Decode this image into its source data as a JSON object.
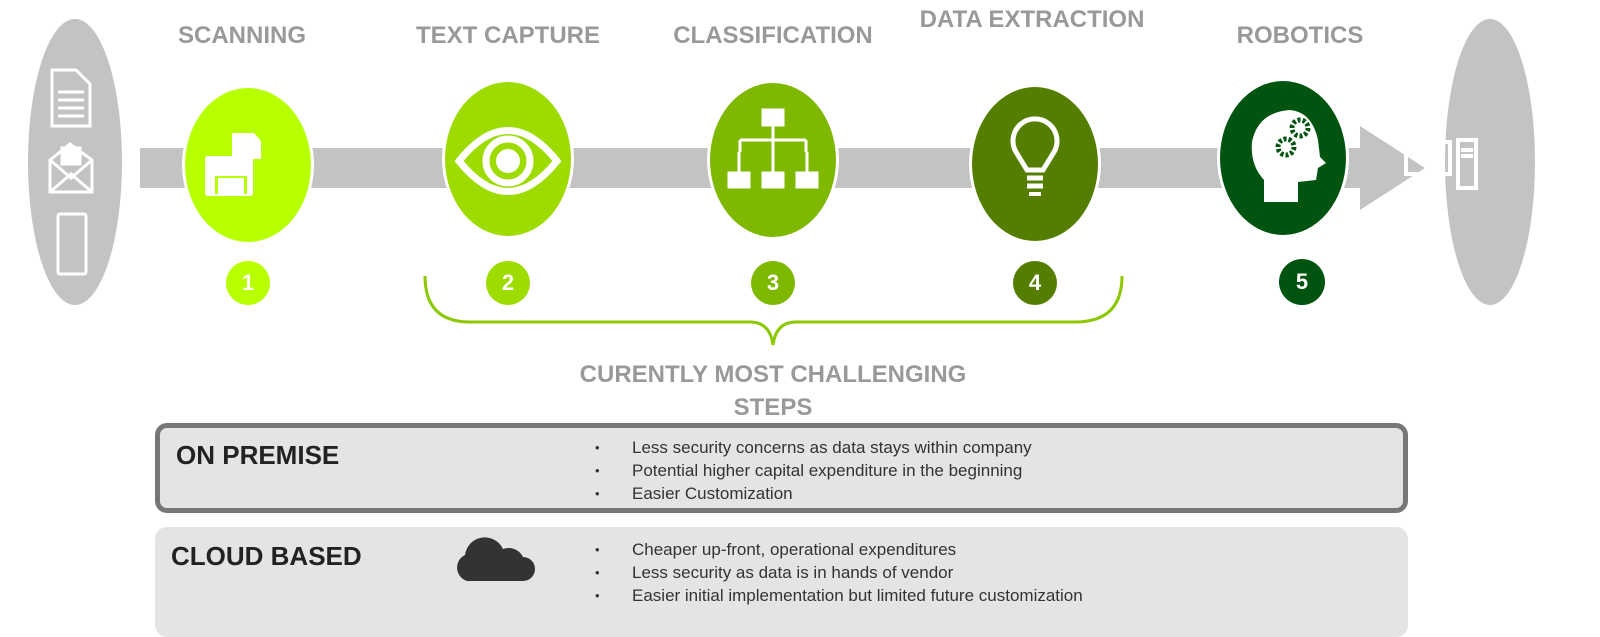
{
  "steps": [
    {
      "title": "SCANNING",
      "number": "1",
      "icon": "printer-icon",
      "color": "#b8ff00"
    },
    {
      "title": "TEXT CAPTURE",
      "number": "2",
      "icon": "eye-icon",
      "color": "#9edb00"
    },
    {
      "title": "CLASSIFICATION",
      "number": "3",
      "icon": "hierarchy-icon",
      "color": "#7fb800"
    },
    {
      "title": "DATA EXTRACTION",
      "number": "4",
      "icon": "lightbulb-icon",
      "color": "#557e00"
    },
    {
      "title": "ROBOTICS",
      "number": "5",
      "icon": "head-gears-icon",
      "color": "#00540f"
    }
  ],
  "challenge_label": "CURENTLY MOST CHALLENGING STEPS",
  "options": [
    {
      "title": "ON PREMISE",
      "bullets": [
        "Less security concerns as data stays within company",
        "Potential higher capital expenditure in the beginning",
        "Easier Customization"
      ]
    },
    {
      "title": "CLOUD BASED",
      "icon": "cloud-icon",
      "bullets": [
        "Cheaper up-front, operational expenditures",
        "Less security as data is in hands of vendor",
        "Easier initial implementation but limited future customization"
      ]
    }
  ]
}
